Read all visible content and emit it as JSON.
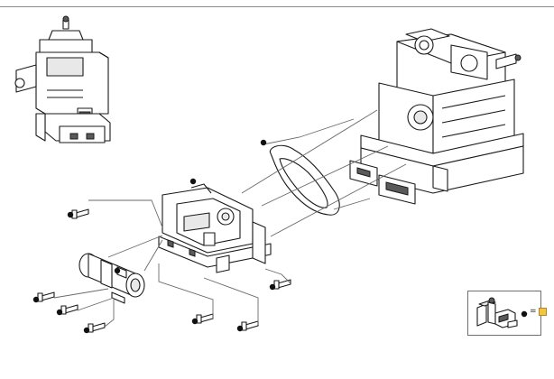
{
  "diagram": {
    "parts": [
      {
        "id": "assembled-valve-view"
      },
      {
        "id": "valve-body"
      },
      {
        "id": "gasket"
      },
      {
        "id": "mounting-bracket"
      },
      {
        "id": "solenoid-coil"
      },
      {
        "id": "screw"
      }
    ],
    "marker_count": 10
  },
  "legend": {
    "equals_sign": "=",
    "color_swatch": "#f5c542"
  },
  "colors": {
    "line": "#1a1a1a",
    "leader": "#6a6a6a",
    "marker": "#111111",
    "rule": "#8a8a8a"
  }
}
